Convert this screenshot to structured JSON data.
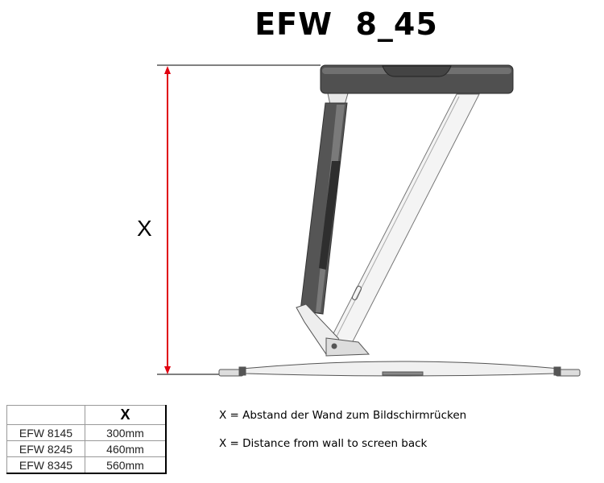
{
  "title": "EFW  8_45",
  "dimension_label": "X",
  "table": {
    "header": [
      "",
      "X"
    ],
    "rows": [
      {
        "model": "EFW 8145",
        "x": "300mm"
      },
      {
        "model": "EFW 8245",
        "x": "460mm"
      },
      {
        "model": "EFW 8345",
        "x": "560mm"
      }
    ]
  },
  "notes": [
    "X = Abstand der Wand zum Bildschirmrücken",
    "X = Distance from wall to screen back"
  ],
  "colors": {
    "dimension_arrow": "#e0000f",
    "monitor": "#4a4a4a"
  }
}
